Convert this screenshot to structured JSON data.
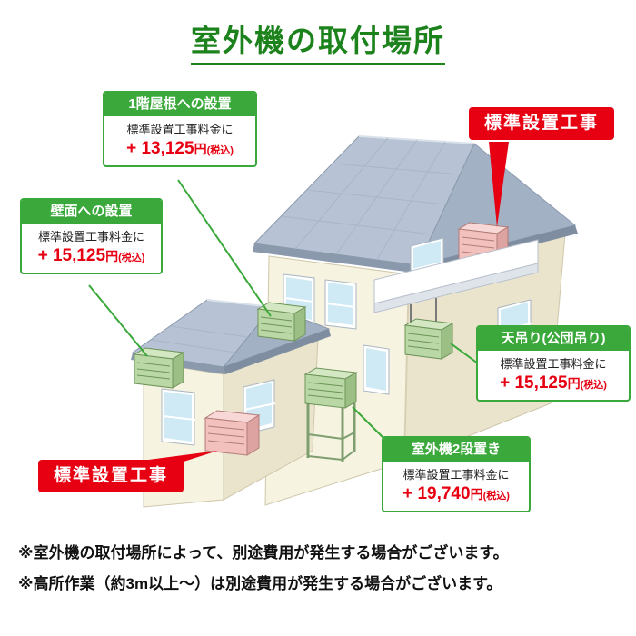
{
  "page": {
    "title": "室外機の取付場所"
  },
  "badges": {
    "top_right": "標準設置工事",
    "bottom_left": "標準設置工事"
  },
  "callouts": [
    {
      "id": "roof-1f",
      "heading": "1階屋根への設置",
      "desc": "標準設置工事料金に",
      "price": "+ 13,125",
      "unit": "円",
      "tax": "(税込)"
    },
    {
      "id": "wall",
      "heading": "壁面への設置",
      "desc": "標準設置工事料金に",
      "price": "+ 15,125",
      "unit": "円",
      "tax": "(税込)"
    },
    {
      "id": "ceiling",
      "heading": "天吊り(公団吊り)",
      "desc": "標準設置工事料金に",
      "price": "+ 15,125",
      "unit": "円",
      "tax": "(税込)"
    },
    {
      "id": "two-tier",
      "heading": "室外機2段置き",
      "desc": "標準設置工事料金に",
      "price": "+ 19,740",
      "unit": "円",
      "tax": "(税込)"
    }
  ],
  "notes": [
    "※室外機の取付場所によって、別途費用が発生する場合がございます。",
    "※高所作業（約3m以上〜）は別途費用が発生する場合がございます。"
  ],
  "colors": {
    "title_green": "#1c821c",
    "callout_green": "#3aa83a",
    "price_red": "#e60012",
    "badge_red": "#e60012"
  }
}
